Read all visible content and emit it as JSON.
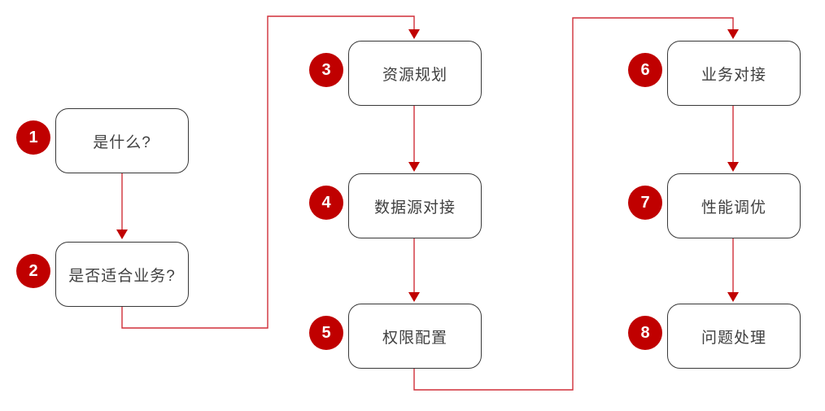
{
  "diagram": {
    "type": "flowchart",
    "description": "8-step onboarding flow in three columns, read top-to-bottom per column"
  },
  "steps": [
    {
      "number": "1",
      "label": "是什么?"
    },
    {
      "number": "2",
      "label": "是否适合业务?"
    },
    {
      "number": "3",
      "label": "资源规划"
    },
    {
      "number": "4",
      "label": "数据源对接"
    },
    {
      "number": "5",
      "label": "权限配置"
    },
    {
      "number": "6",
      "label": "业务对接"
    },
    {
      "number": "7",
      "label": "性能调优"
    },
    {
      "number": "8",
      "label": "问题处理"
    }
  ],
  "connections": [
    {
      "from": "1",
      "to": "2"
    },
    {
      "from": "2",
      "to": "3"
    },
    {
      "from": "3",
      "to": "4"
    },
    {
      "from": "4",
      "to": "5"
    },
    {
      "from": "5",
      "to": "6"
    },
    {
      "from": "6",
      "to": "7"
    },
    {
      "from": "7",
      "to": "8"
    }
  ],
  "colors": {
    "badge_fill": "#c00000",
    "badge_text": "#ffffff",
    "connector": "#d02f39",
    "arrowhead": "#c00000",
    "box_border": "#383838",
    "box_fill": "#ffffff",
    "label_text": "#404040",
    "background": "#ffffff"
  }
}
